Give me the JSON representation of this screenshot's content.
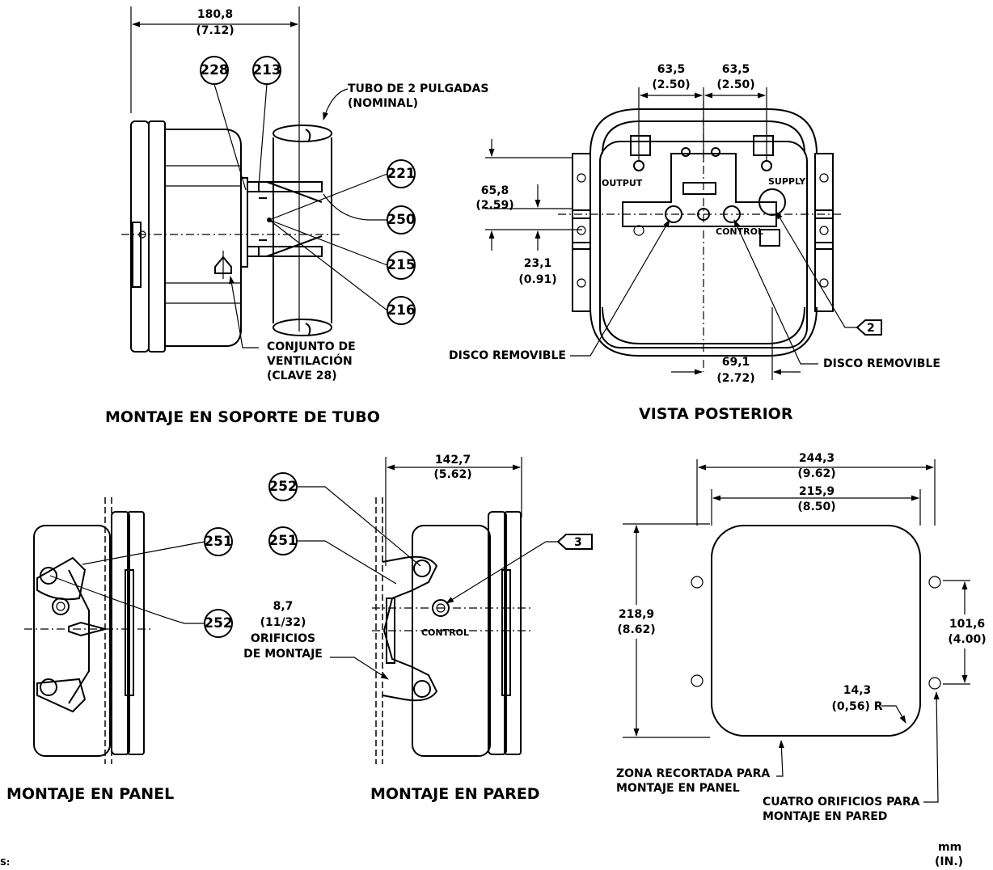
{
  "views": {
    "pipe": {
      "title": "MONTAJE EN SOPORTE DE TUBO"
    },
    "rear": {
      "title": "VISTA POSTERIOR"
    },
    "panel": {
      "title": "MONTAJE EN PANEL"
    },
    "wall": {
      "title": "MONTAJE EN PARED"
    }
  },
  "dimensions": {
    "d180": {
      "mm": "180,8",
      "in": "(7.12)"
    },
    "d63a": {
      "mm": "63,5",
      "in": "(2.50)"
    },
    "d63b": {
      "mm": "63,5",
      "in": "(2.50)"
    },
    "d65": {
      "mm": "65,8",
      "in": "(2.59)"
    },
    "d23": {
      "mm": "23,1",
      "in": "(0.91)"
    },
    "d69": {
      "mm": "69,1",
      "in": "(2.72)"
    },
    "d142": {
      "mm": "142,7",
      "in": "(5.62)"
    },
    "d8": {
      "mm": "8,7",
      "in": "(11/32)"
    },
    "d244": {
      "mm": "244,3",
      "in": "(9.62)"
    },
    "d215": {
      "mm": "215,9",
      "in": "(8.50)"
    },
    "d218": {
      "mm": "218,9",
      "in": "(8.62)"
    },
    "d101": {
      "mm": "101,6",
      "in": "(4.00)"
    },
    "d14": {
      "mm": "14,3",
      "in": "(0,56) R"
    }
  },
  "callouts": {
    "c228": "228",
    "c213": "213",
    "c221": "221",
    "c250": "250",
    "c215": "215",
    "c216": "216",
    "c252a": "252",
    "c251a": "251",
    "c251b": "251",
    "c252b": "252"
  },
  "notes": {
    "n2": "2",
    "n3": "3"
  },
  "labels": {
    "tube_line1": "TUBO DE 2 PULGADAS",
    "tube_line2": "(NOMINAL)",
    "vent_line1": "CONJUNTO DE",
    "vent_line2": "VENTILACIÓN",
    "vent_line3": "(CLAVE 28)",
    "disc_left": "DISCO REMOVIBLE",
    "disc_right": "DISCO REMOVIBLE",
    "output": "OUTPUT",
    "supply": "SUPPLY",
    "control_rear": "CONTROL",
    "control_wall": "CONTROL",
    "holes_line1": "ORIFICIOS",
    "holes_line2": "DE MONTAJE",
    "cutout_line1": "ZONA RECORTADA PARA",
    "cutout_line2": "MONTAJE EN PANEL",
    "fourholes_line1": "CUATRO ORIFICIOS PARA",
    "fourholes_line2": "MONTAJE EN PARED",
    "units_line1": "mm",
    "units_line2": "(IN.)",
    "notes_fragment": "S:"
  }
}
